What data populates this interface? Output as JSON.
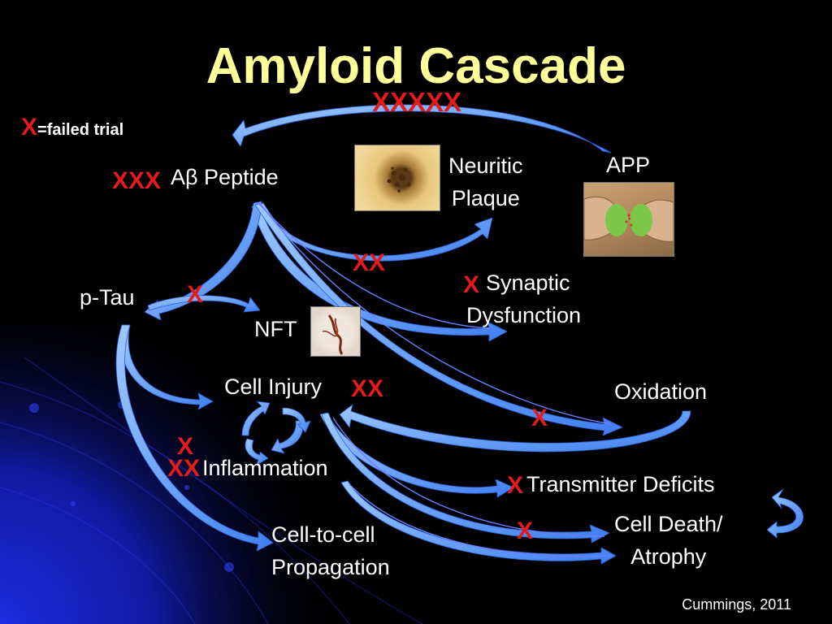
{
  "title": "Amyloid Cascade",
  "legend": {
    "mark": "X",
    "text": "=failed trial"
  },
  "citation": "Cummings, 2011",
  "nodes": {
    "abeta": "Aβ Peptide",
    "neuritic_plaque": "Neuritic\nPlaque",
    "app": "APP",
    "ptau": "p-Tau",
    "nft": "NFT",
    "synaptic": "Synaptic\nDysfunction",
    "cell_injury": "Cell Injury",
    "oxidation": "Oxidation",
    "inflammation": "Inflammation",
    "transmitter": "Transmitter Deficits",
    "cell_death": "Cell Death/\nAtrophy",
    "propagation": "Cell-to-cell\nPropagation"
  },
  "failed_marks": {
    "app_to_abeta": "XXXXX",
    "abeta": "XXX",
    "plaque": "XX",
    "synaptic": "X",
    "ptau": "X",
    "cell_injury": "XX",
    "oxidation": "X",
    "inflammation_upper": "X",
    "inflammation": "XX",
    "transmitter": "X",
    "cell_death": "X"
  },
  "colors": {
    "background": "#000000",
    "title": "#ffff99",
    "text": "#ffffff",
    "failed_mark": "#e41b1b",
    "arrow": "#4b8ef5"
  },
  "icons": {
    "plaque_image": "neuritic-plaque-micrograph",
    "app_image": "app-synapse-illustration",
    "nft_image": "neurofibrillary-tangle-micrograph"
  }
}
